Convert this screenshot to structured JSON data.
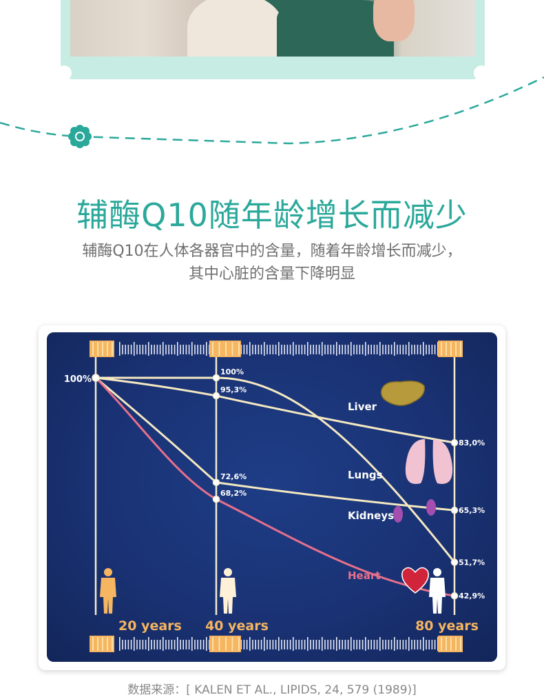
{
  "page": {
    "title": "辅酶Q10随年龄增长而减少",
    "subtitle_lines": [
      "辅酶Q10在人体各器官中的含量，随着年龄增长而减少，",
      "其中心脏的含量下降明显"
    ],
    "source": "数据来源：[ KALEN ET AL., LIPIDS, 24, 579 (1989)]"
  },
  "colors": {
    "accent": "#2aa89a",
    "chart_bg": "#1a3274",
    "curve_light": "#f5e9c2",
    "curve_heart": "#e8708c"
  },
  "chart_data": {
    "type": "line",
    "x_ticks": [
      "20 years",
      "40 years",
      "80 years"
    ],
    "x": [
      20,
      40,
      80
    ],
    "ylim": [
      0,
      105
    ],
    "start_label": "100%",
    "series": [
      {
        "name": "Liver",
        "values": [
          100,
          95.3,
          83.0
        ],
        "labels": [
          "100%",
          "95,3%",
          "83,0%"
        ],
        "icon": "liver-icon"
      },
      {
        "name": "Lungs",
        "values": [
          100,
          100,
          51.7
        ],
        "labels": [
          "100%",
          "100%",
          "51,7%"
        ],
        "icon": "lungs-icon"
      },
      {
        "name": "Kidneys",
        "values": [
          100,
          72.6,
          65.3
        ],
        "labels": [
          "100%",
          "72,6%",
          "65,3%"
        ],
        "icon": "kidneys-icon"
      },
      {
        "name": "Heart",
        "values": [
          100,
          68.2,
          42.9
        ],
        "labels": [
          "100%",
          "68,2%",
          "42,9%"
        ],
        "icon": "heart-icon"
      }
    ]
  }
}
